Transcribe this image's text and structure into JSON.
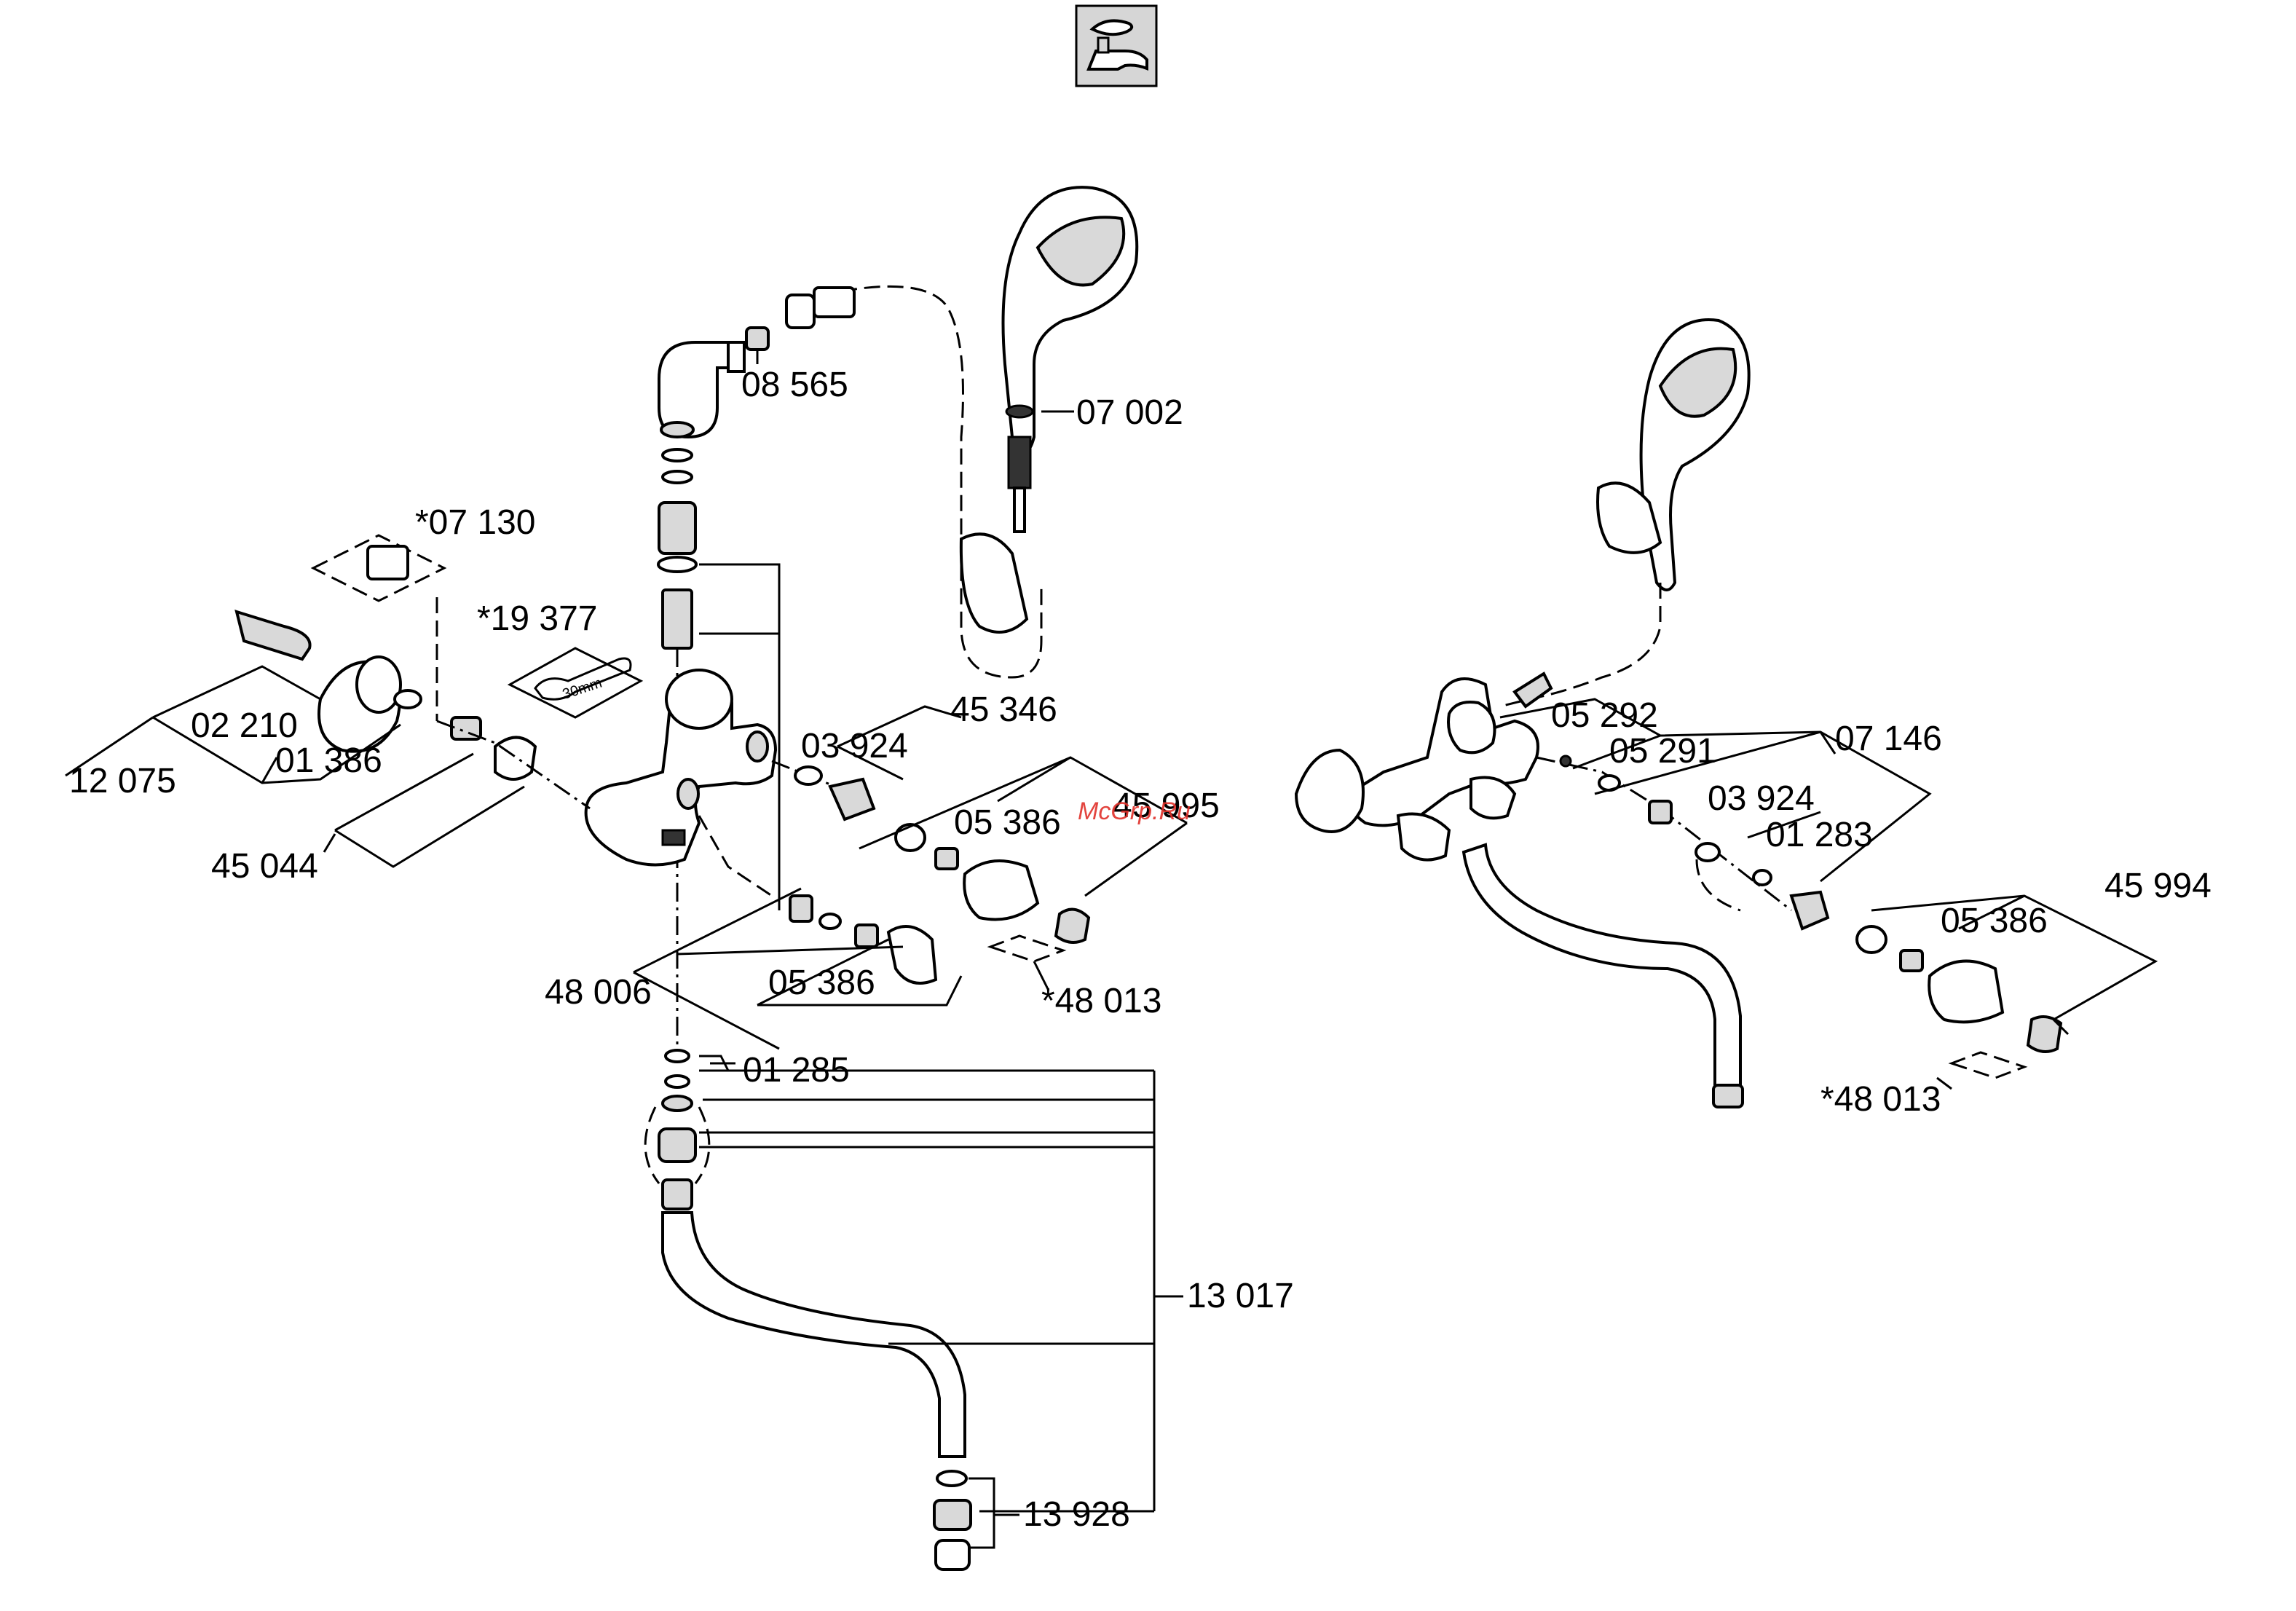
{
  "watermark": "McGrp.Ru",
  "callouts": {
    "c08565": "08 565",
    "c07002": "07 002",
    "c07130": "*07 130",
    "c19377": "*19 377",
    "c02210": "02 210",
    "c01386": "01 386",
    "c12075": "12 075",
    "c45044": "45 044",
    "c45346": "45 346",
    "c03924a": "03 924",
    "c05386a": "05 386",
    "c45995": "45 995",
    "c48013a": "*48 013",
    "c48006": "48 006",
    "c05386b": "05 386",
    "c01285": "01 285",
    "c13017": "13 017",
    "c13928": "13 928",
    "c05292": "05 292",
    "c05291": "05 291",
    "c07146": "07 146",
    "c03924b": "03 924",
    "c01283": "01 283",
    "c45994": "45 994",
    "c05386c": "05 386",
    "c48013b": "*48 013"
  },
  "wrench_size": "30mm"
}
